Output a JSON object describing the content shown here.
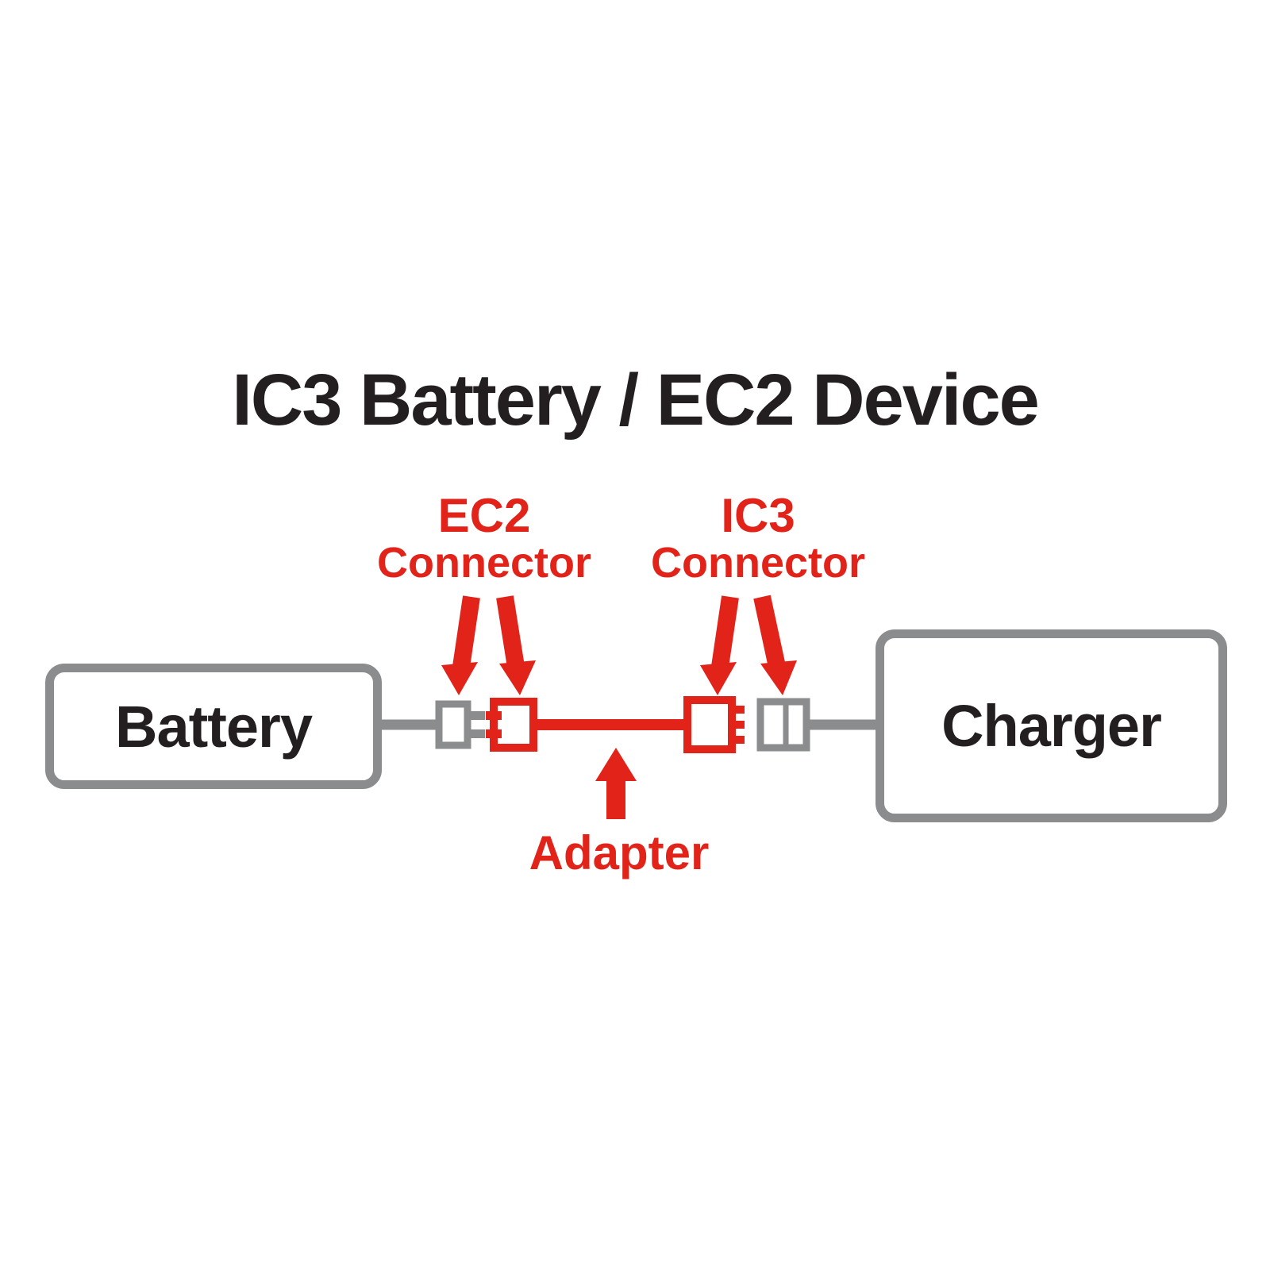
{
  "title": "IC3 Battery / EC2 Device",
  "labels": {
    "ec2": {
      "line1": "EC2",
      "line2": "Connector"
    },
    "ic3": {
      "line1": "IC3",
      "line2": "Connector"
    },
    "battery": "Battery",
    "charger": "Charger",
    "adapter": "Adapter"
  },
  "colors": {
    "accent_red": "#E2231A",
    "wire_gray": "#8A8C8E",
    "text_dark": "#231F20",
    "background": "#FFFFFF"
  }
}
